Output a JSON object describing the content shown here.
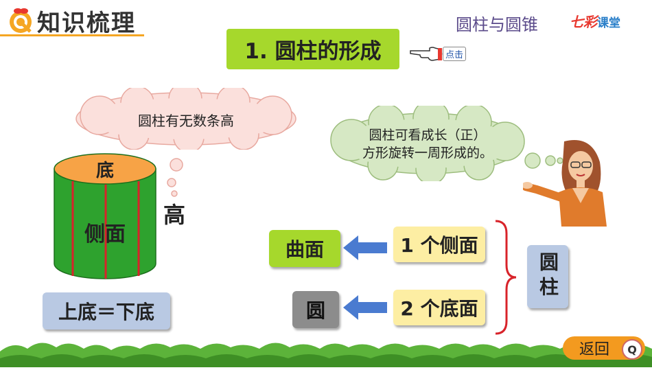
{
  "header": {
    "title": "知识梳理",
    "topic": "圆柱与圆锥",
    "brand_main": "七彩",
    "brand_sub": "课堂"
  },
  "section": {
    "title": "1. 圆柱的形成",
    "click_label": "点击"
  },
  "cylinder": {
    "top_label": "底",
    "side_label": "侧面",
    "height_label": "高",
    "thought": "圆柱有无数条高",
    "base_note": "上底＝下底"
  },
  "teacher": {
    "line1": "圆柱可看成长（正）",
    "line2": "方形旋转一周形成的。"
  },
  "mapping": {
    "row1_source": "1 个侧面",
    "row1_target": "曲面",
    "row2_source": "2 个底面",
    "row2_target": "圆",
    "result": "圆柱"
  },
  "nav": {
    "back_label": "返回"
  }
}
